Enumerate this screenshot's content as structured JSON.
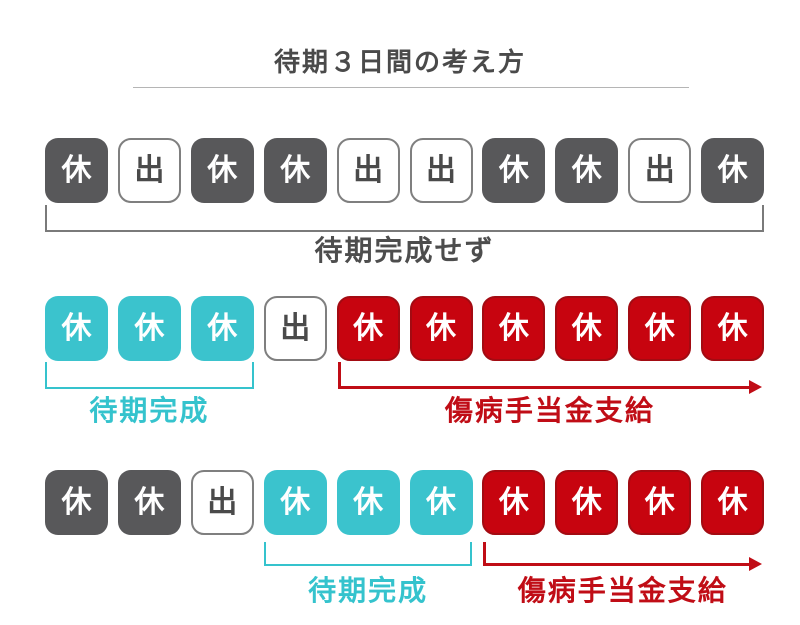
{
  "title": "待期３日間の考え方",
  "box_labels": {
    "rest": "休",
    "work": "出"
  },
  "colors": {
    "title_color": "#4a4a4a",
    "rule_color": "#b5b5b5",
    "box_gray": "#58585a",
    "box_white_border": "#7f7f7f",
    "box_white_text": "#4a4a4a",
    "box_cyan": "#3bc3cd",
    "box_red": "#c7040f",
    "box_red_border": "#a30b12",
    "bracket_gray": "#7a7a7a",
    "label_gray": "#4d4d4d",
    "cyan_accent": "#35c3cd",
    "red_accent": "#c00d16"
  },
  "rows": [
    {
      "name": "waiting-not-completed-row",
      "cells": [
        {
          "glyph": "休",
          "type": "rest",
          "style": "gray"
        },
        {
          "glyph": "出",
          "type": "work",
          "style": "white"
        },
        {
          "glyph": "休",
          "type": "rest",
          "style": "gray"
        },
        {
          "glyph": "休",
          "type": "rest",
          "style": "gray"
        },
        {
          "glyph": "出",
          "type": "work",
          "style": "white"
        },
        {
          "glyph": "出",
          "type": "work",
          "style": "white"
        },
        {
          "glyph": "休",
          "type": "rest",
          "style": "gray"
        },
        {
          "glyph": "休",
          "type": "rest",
          "style": "gray"
        },
        {
          "glyph": "出",
          "type": "work",
          "style": "white"
        },
        {
          "glyph": "休",
          "type": "rest",
          "style": "gray"
        }
      ],
      "annotations": [
        {
          "kind": "bracket",
          "color": "gray",
          "start": 0,
          "end": 9,
          "label": "待期完成せず",
          "name": "waiting-not-completed"
        }
      ]
    },
    {
      "name": "waiting-completed-immediately-row",
      "cells": [
        {
          "glyph": "休",
          "type": "rest",
          "style": "cyan"
        },
        {
          "glyph": "休",
          "type": "rest",
          "style": "cyan"
        },
        {
          "glyph": "休",
          "type": "rest",
          "style": "cyan"
        },
        {
          "glyph": "出",
          "type": "work",
          "style": "white"
        },
        {
          "glyph": "休",
          "type": "rest",
          "style": "red"
        },
        {
          "glyph": "休",
          "type": "rest",
          "style": "red"
        },
        {
          "glyph": "休",
          "type": "rest",
          "style": "red"
        },
        {
          "glyph": "休",
          "type": "rest",
          "style": "red"
        },
        {
          "glyph": "休",
          "type": "rest",
          "style": "red"
        },
        {
          "glyph": "休",
          "type": "rest",
          "style": "red"
        }
      ],
      "annotations": [
        {
          "kind": "bracket",
          "color": "cyan",
          "start": 0,
          "end": 2,
          "label": "待期完成",
          "name": "waiting-completed"
        },
        {
          "kind": "arrow",
          "color": "red",
          "start": 4,
          "end": 9,
          "label": "傷病手当金支給",
          "name": "benefit-payment"
        }
      ]
    },
    {
      "name": "waiting-completed-after-interruption-row",
      "cells": [
        {
          "glyph": "休",
          "type": "rest",
          "style": "gray"
        },
        {
          "glyph": "休",
          "type": "rest",
          "style": "gray"
        },
        {
          "glyph": "出",
          "type": "work",
          "style": "white"
        },
        {
          "glyph": "休",
          "type": "rest",
          "style": "cyan"
        },
        {
          "glyph": "休",
          "type": "rest",
          "style": "cyan"
        },
        {
          "glyph": "休",
          "type": "rest",
          "style": "cyan"
        },
        {
          "glyph": "休",
          "type": "rest",
          "style": "red"
        },
        {
          "glyph": "休",
          "type": "rest",
          "style": "red"
        },
        {
          "glyph": "休",
          "type": "rest",
          "style": "red"
        },
        {
          "glyph": "休",
          "type": "rest",
          "style": "red"
        }
      ],
      "annotations": [
        {
          "kind": "bracket",
          "color": "cyan",
          "start": 3,
          "end": 5,
          "label": "待期完成",
          "name": "waiting-completed"
        },
        {
          "kind": "arrow",
          "color": "red",
          "start": 6,
          "end": 9,
          "label": "傷病手当金支給",
          "name": "benefit-payment"
        }
      ]
    }
  ]
}
